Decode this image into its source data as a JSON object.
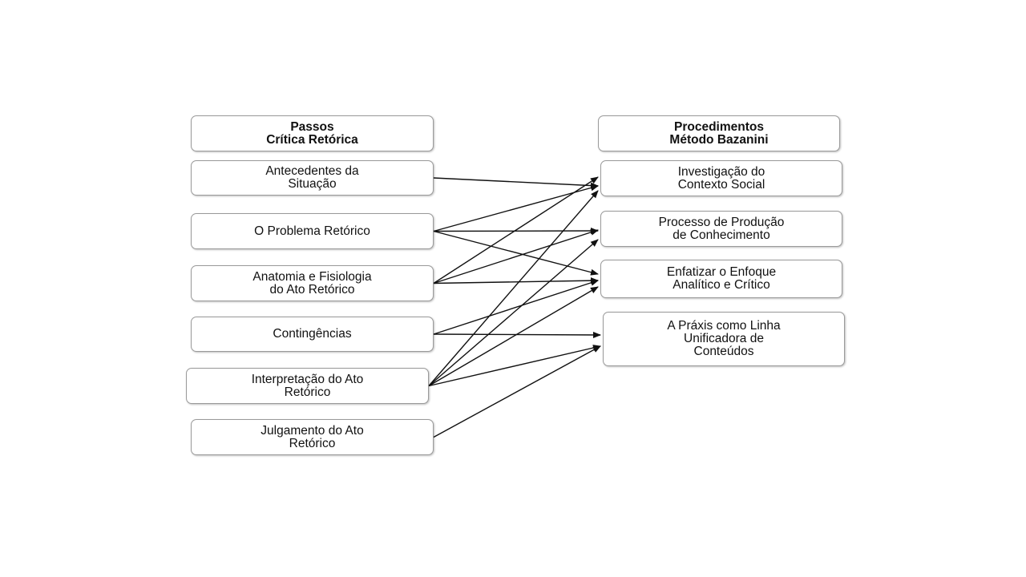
{
  "left_header": "Passos\nCrítica  Retórica",
  "right_header": "Procedimentos\nMétodo Bazanini",
  "left_items": [
    "Antecedentes da\nSituação",
    "O Problema Retórico",
    "Anatomia e Fisiologia\ndo Ato Retórico",
    "Contingências",
    "Interpretação do Ato\nRetórico",
    "Julgamento do Ato\nRetórico"
  ],
  "right_items": [
    "Investigação do\nContexto Social",
    "Processo de Produção\nde Conhecimento",
    "Enfatizar o Enfoque\nAnalítico e Crítico",
    "A Práxis como Linha\nUnificadora de\nConteúdos"
  ],
  "connections": [
    {
      "from": 0,
      "to": 0
    },
    {
      "from": 1,
      "to": 0
    },
    {
      "from": 1,
      "to": 1
    },
    {
      "from": 1,
      "to": 2
    },
    {
      "from": 2,
      "to": 0
    },
    {
      "from": 2,
      "to": 1
    },
    {
      "from": 2,
      "to": 2
    },
    {
      "from": 3,
      "to": 2
    },
    {
      "from": 3,
      "to": 3
    },
    {
      "from": 4,
      "to": 0
    },
    {
      "from": 4,
      "to": 1
    },
    {
      "from": 4,
      "to": 2
    },
    {
      "from": 4,
      "to": 3
    },
    {
      "from": 5,
      "to": 3
    }
  ],
  "colors": {
    "border": "#9a9a9a",
    "arrow": "#111111",
    "text": "#111111"
  }
}
